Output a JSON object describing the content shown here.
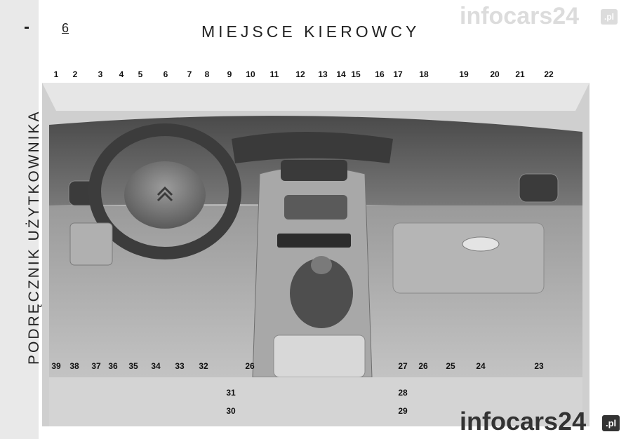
{
  "side_title": "PODRĘCZNIK UŻYTKOWNIKA",
  "page_number": "6",
  "page_title": "MIEJSCE KIEROWCY",
  "watermark": {
    "text": "infocars24",
    "suffix": ".pl"
  },
  "top_callouts": [
    "1",
    "2",
    "3",
    "4",
    "5",
    "6",
    "7",
    "8",
    "9",
    "10",
    "11",
    "12",
    "13",
    "14",
    "15",
    "16",
    "17",
    "18",
    "19",
    "20",
    "21",
    "22"
  ],
  "bottom_callouts": [
    "39",
    "38",
    "37",
    "36",
    "35",
    "34",
    "33",
    "32",
    "26",
    "27",
    "26",
    "25",
    "24",
    "23"
  ],
  "lower_callouts": [
    "31",
    "30",
    "28",
    "29"
  ],
  "photo": {
    "image_kind": "dashboard-photo"
  }
}
